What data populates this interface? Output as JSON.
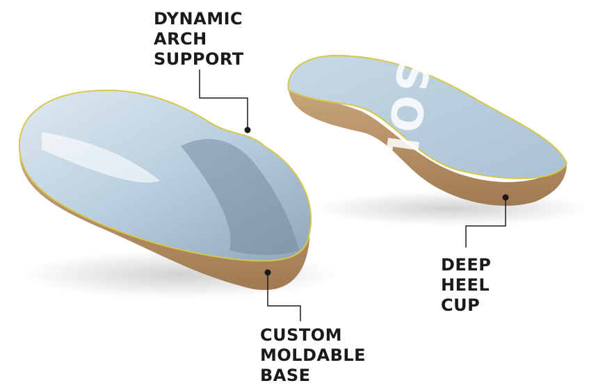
{
  "callouts": {
    "arch": {
      "lines": [
        "DYNAMIC",
        "ARCH",
        "SUPPORT"
      ]
    },
    "base": {
      "lines": [
        "CUSTOM",
        "MOLDABLE",
        "BASE"
      ]
    },
    "heel": {
      "lines": [
        "DEEP",
        "HEEL",
        "CUP"
      ]
    }
  },
  "logo": "SOLE",
  "colors": {
    "top": "#b9cfdf",
    "cork": "#b8946a",
    "edge": "#d8c74a",
    "text": "#1a1a1a"
  }
}
